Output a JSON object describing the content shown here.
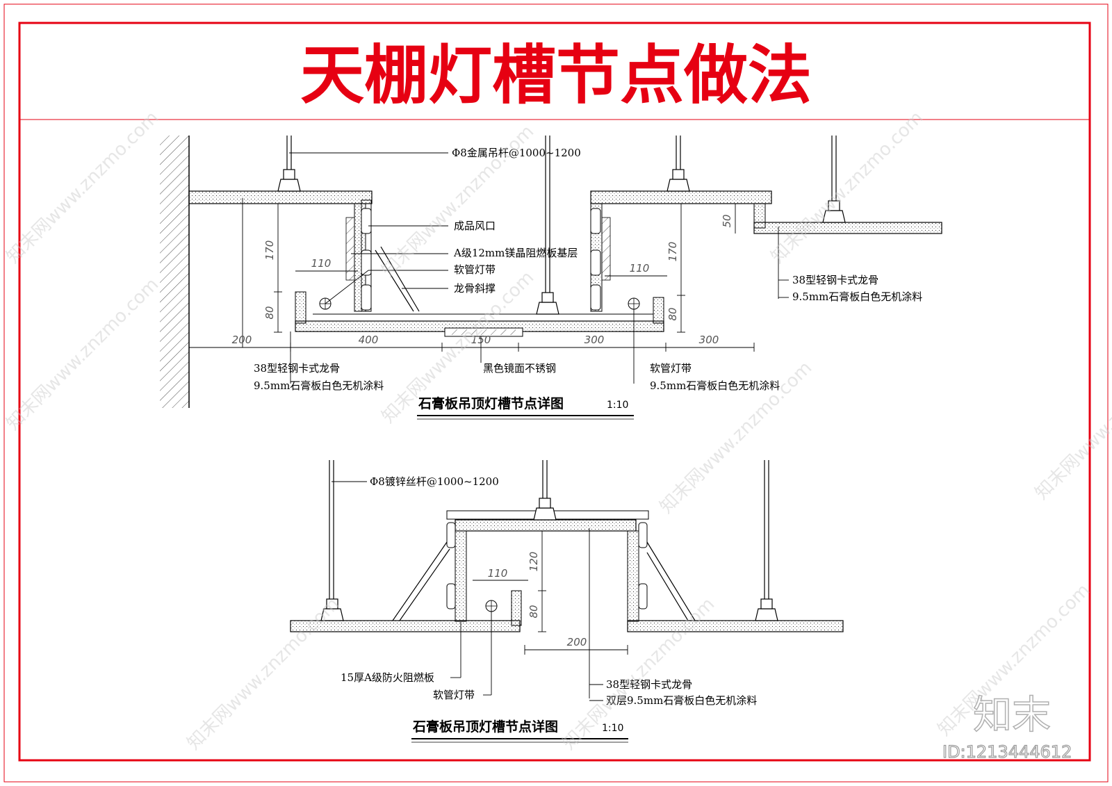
{
  "title": "天棚灯槽节点做法",
  "colors": {
    "frame": "#e60012",
    "title": "#e60012",
    "line": "#000000",
    "board": "#e8e8e8"
  },
  "diagram1": {
    "caption": "石膏板吊顶灯槽节点详图",
    "scale": "1:10",
    "labels": {
      "rod": "Φ8金属吊杆@1000~1200",
      "vent": "成品风口",
      "base": "A级12mm镁晶阻燃板基层",
      "led": "软管灯带",
      "brace": "龙骨斜撑",
      "keel_right": "38型轻钢卡式龙骨",
      "board_right": "9.5mm石膏板白色无机涂料",
      "keel_left": "38型轻钢卡式龙骨",
      "board_left": "9.5mm石膏板白色无机涂料",
      "steel": "黑色镜面不锈钢",
      "led_bottom": "软管灯带",
      "board_bottom": "9.5mm石膏板白色无机涂料"
    },
    "dims": {
      "d200": "200",
      "d400": "400",
      "d150": "150",
      "d300a": "300",
      "d300b": "300",
      "d170a": "170",
      "d80a": "80",
      "d110a": "110",
      "d170b": "170",
      "d80b": "80",
      "d110b": "110",
      "d50": "50"
    }
  },
  "diagram2": {
    "caption": "石膏板吊顶灯槽节点详图",
    "scale": "1:10",
    "labels": {
      "rod": "Φ8镀锌丝杆@1000~1200",
      "fireboard": "15厚A级防火阻燃板",
      "led": "软管灯带",
      "keel": "38型轻钢卡式龙骨",
      "board": "双层9.5mm石膏板白色无机涂料"
    },
    "dims": {
      "d110": "110",
      "d120": "120",
      "d80": "80",
      "d200": "200"
    }
  },
  "watermark": {
    "brand": "知末",
    "site": "知末网www.znzmo.com",
    "id": "ID:1213444612"
  }
}
